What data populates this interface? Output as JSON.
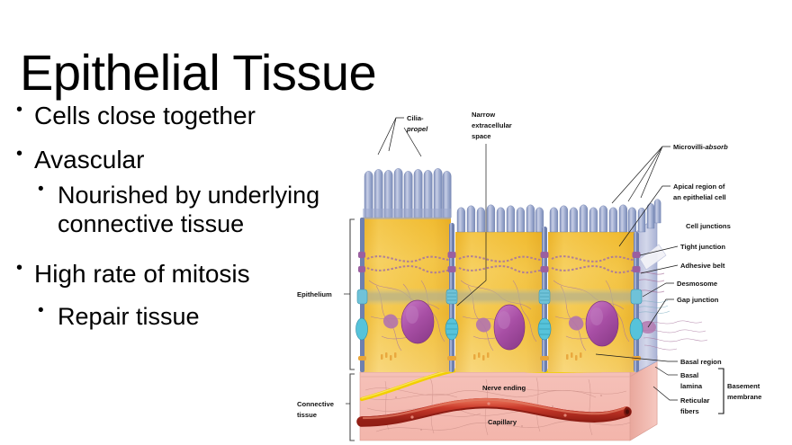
{
  "slide": {
    "title": "Epithelial Tissue",
    "background_color": "#ffffff",
    "text_color": "#000000"
  },
  "body": {
    "bullets": [
      {
        "level": 1,
        "text": "Cells close together"
      },
      {
        "level": 1,
        "text": "Avascular"
      },
      {
        "level": 2,
        "text": "Nourished by underlying connective tissue"
      },
      {
        "level": 1,
        "text": "High rate of mitosis"
      },
      {
        "level": 2,
        "text": "Repair tissue"
      }
    ]
  },
  "figure": {
    "name": "epithelial-tissue-diagram",
    "labels": {
      "cilia": "Cilia-",
      "cilia_function": "propel",
      "narrow_space_l1": "Narrow",
      "narrow_space_l2": "extracellular",
      "narrow_space_l3": "space",
      "microvilli": "Microvilli-",
      "microvilli_function": "absorb",
      "apical_l1": "Apical region of",
      "apical_l2": "an epithelial cell",
      "cell_junctions_heading": "Cell junctions",
      "tight_junction": "Tight junction",
      "adhesive_belt": "Adhesive belt",
      "desmosome": "Desmosome",
      "gap_junction": "Gap junction",
      "basal_region": "Basal region",
      "basal_lamina_l1": "Basal",
      "basal_lamina_l2": "lamina",
      "reticular_l1": "Reticular",
      "reticular_l2": "fibers",
      "basement_l1": "Basement",
      "basement_l2": "membrane",
      "epithelium": "Epithelium",
      "connective_l1": "Connective",
      "connective_l2": "tissue",
      "nerve_ending": "Nerve ending",
      "capillary": "Capillary"
    },
    "colors": {
      "cytoplasm_yellow": "#f2c13f",
      "cytoplasm_light": "#f7da86",
      "microvilli_blue": "#9aa8cd",
      "microvilli_blue_light": "#c3cbe4",
      "nucleus_purple": "#a84fa5",
      "connective_pink": "#f4bdb5",
      "connective_pink_light": "#fad6d0",
      "capillary_red": "#bb2f21",
      "nerve_yellow": "#f5d300",
      "junction_cyan": "#5ec8dd",
      "fiber_mauve": "#a9779f"
    }
  }
}
